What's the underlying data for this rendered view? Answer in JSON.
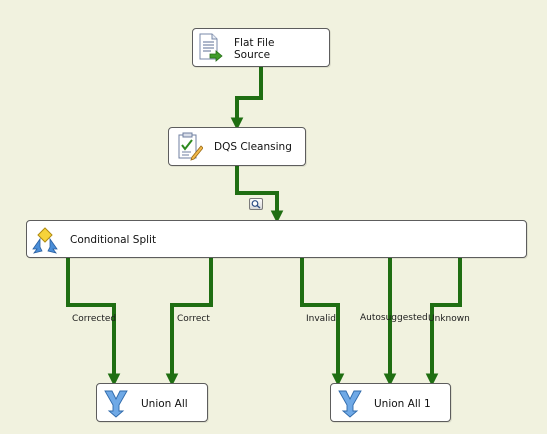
{
  "components": {
    "flat_file_source": {
      "label_line1": "Flat File",
      "label_line2": "Source",
      "icon": "flat-file-source-icon"
    },
    "dqs_cleansing": {
      "label": "DQS Cleansing",
      "icon": "dqs-cleansing-icon"
    },
    "conditional_split": {
      "label": "Conditional Split",
      "icon": "conditional-split-icon"
    },
    "union_all": {
      "label": "Union All",
      "icon": "union-all-icon"
    },
    "union_all_1": {
      "label": "Union All 1",
      "icon": "union-all-icon"
    }
  },
  "paths": {
    "corrected": "Corrected",
    "correct": "Correct",
    "invalid": "Invalid",
    "autosuggested": "Autosuggested",
    "unknown": "Unknown"
  },
  "data_viewer": {
    "icon": "data-viewer-icon"
  },
  "colors": {
    "canvas": "#f1f2df",
    "path": "#1f6e12",
    "border": "#5d5d5d"
  }
}
